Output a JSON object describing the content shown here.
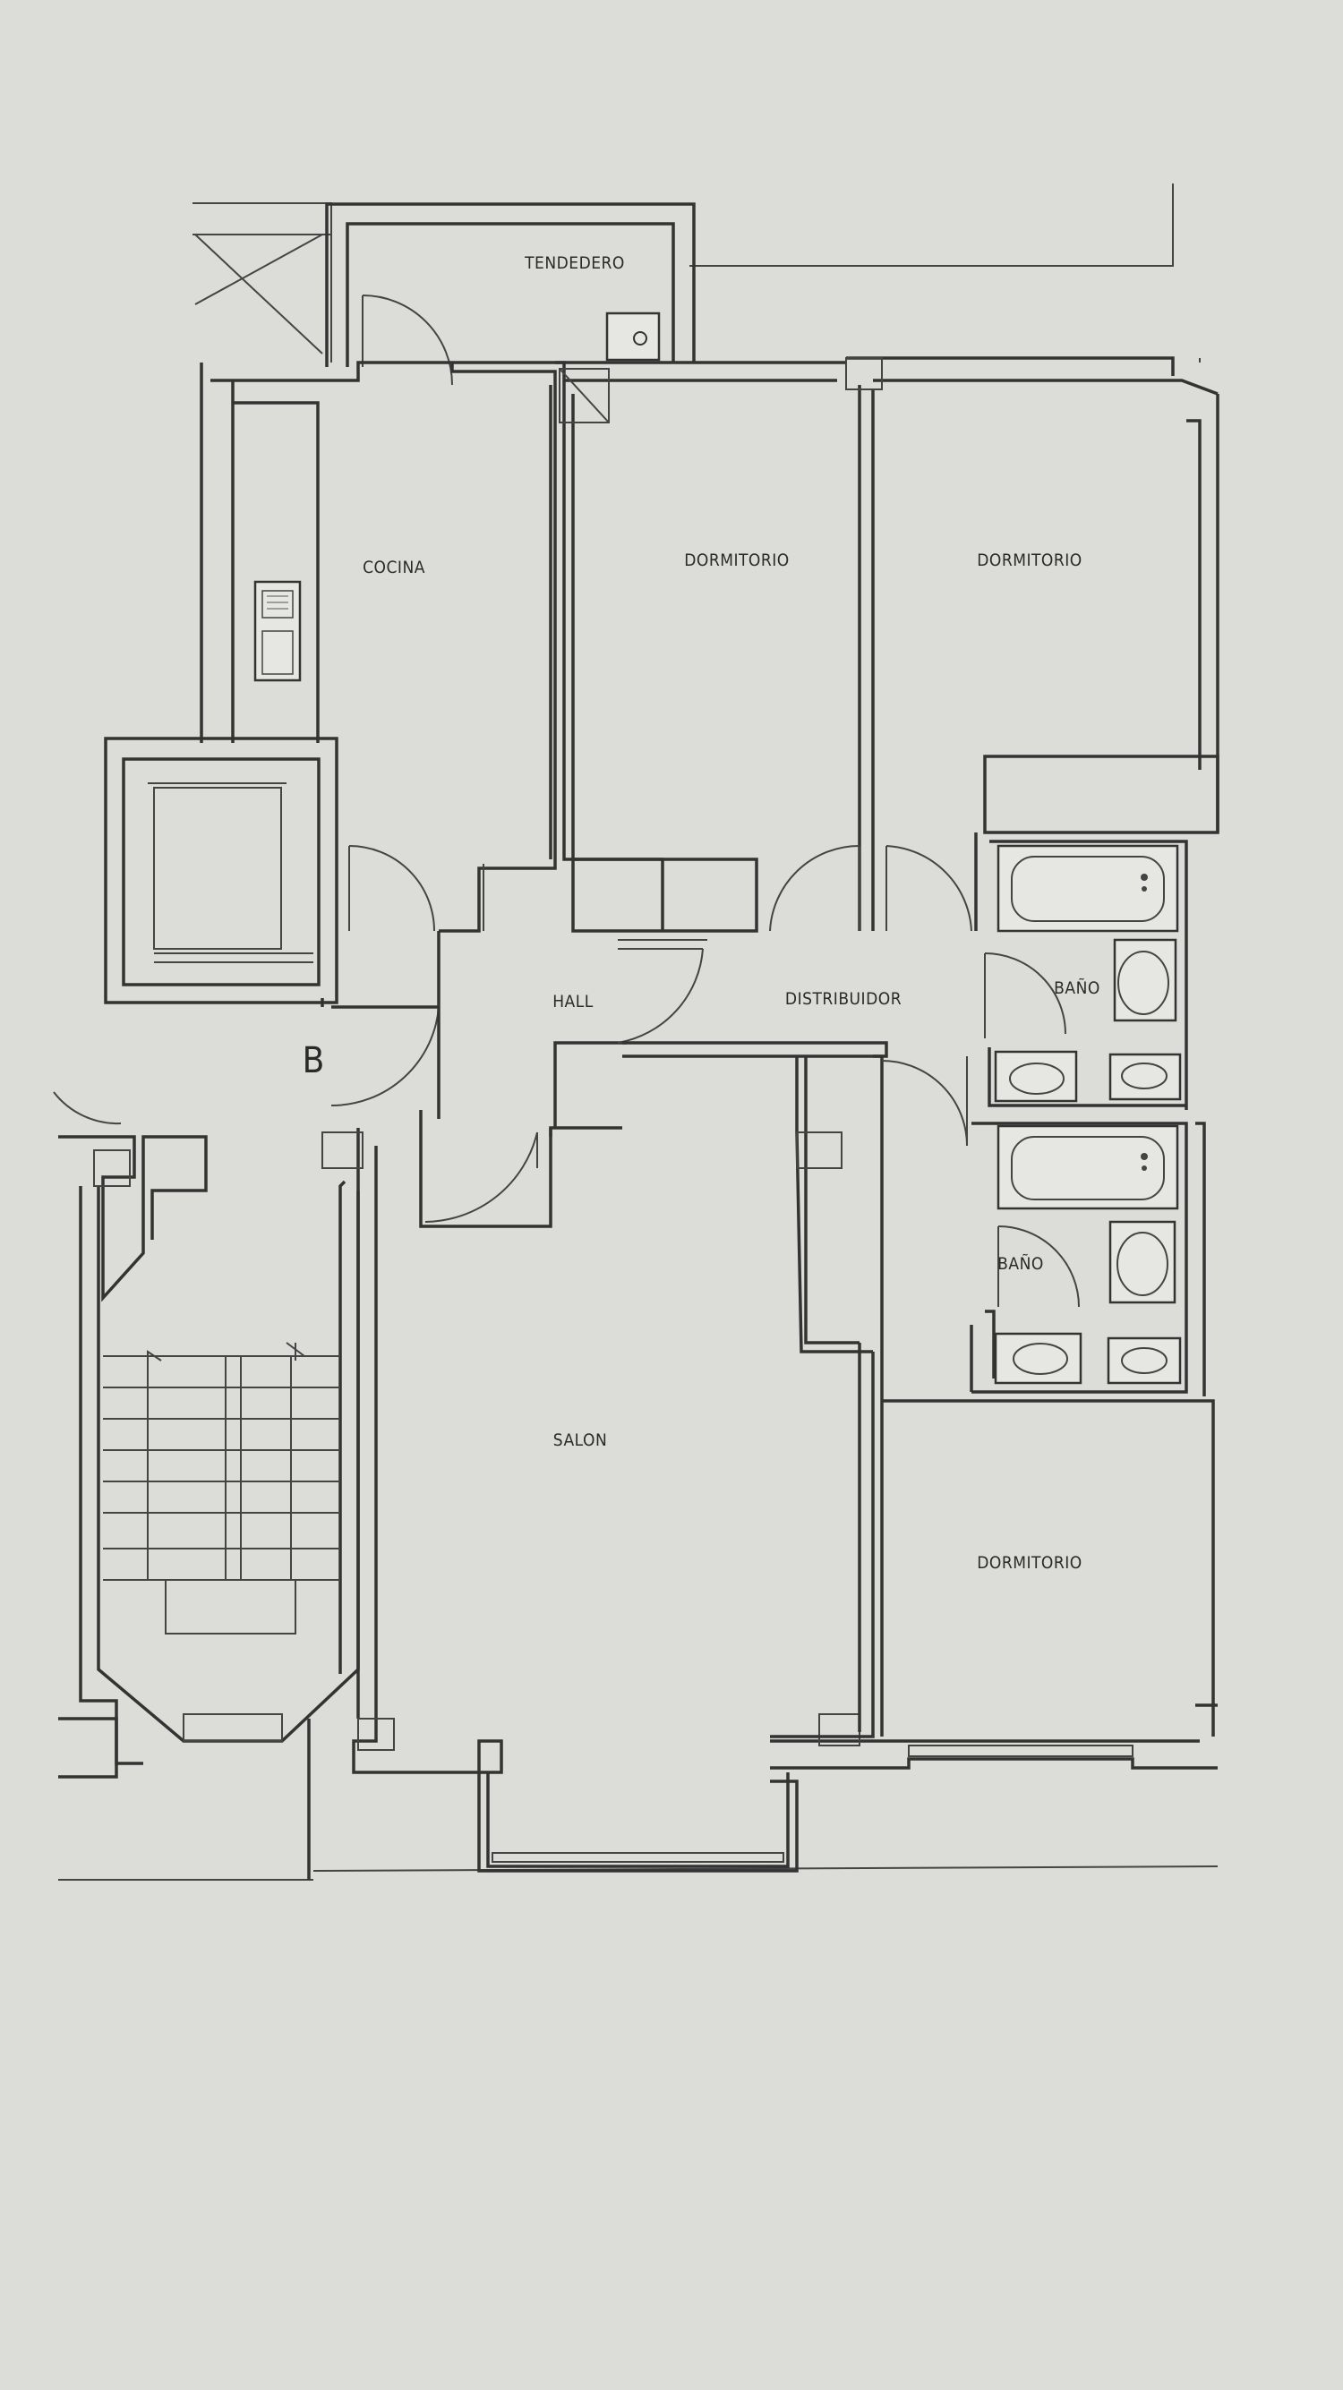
{
  "rooms": {
    "tendedero": "TENDEDERO",
    "cocina": "COCINA",
    "dormitorio_1": "DORMITORIO",
    "dormitorio_2": "DORMITORIO",
    "dormitorio_3": "DORMITORIO",
    "hall": "HALL",
    "distribuidor": "DISTRIBUIDOR",
    "bano_1": "BAÑO",
    "bano_2": "BAÑO",
    "salon": "SALON"
  },
  "building_letter": "B",
  "colors": {
    "paper": "#dcdcd9",
    "lines": "#333333"
  }
}
